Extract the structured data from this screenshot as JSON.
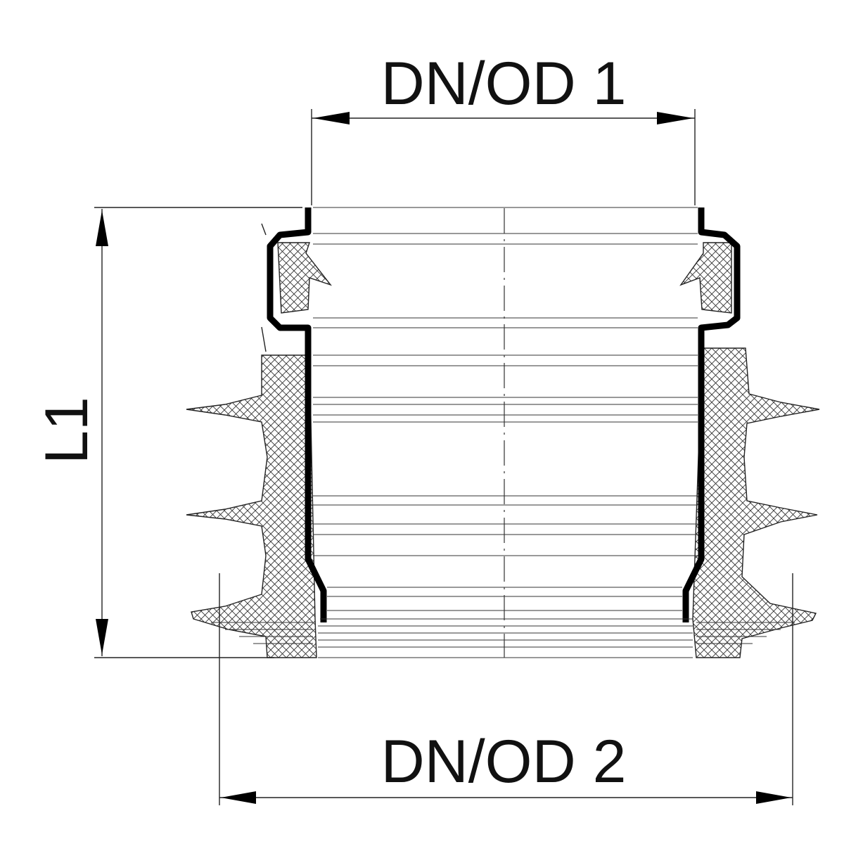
{
  "labels": {
    "top_diameter": "DN/OD 1",
    "bottom_diameter": "DN/OD 2",
    "length": "L1"
  },
  "colors": {
    "line": "#000000",
    "background": "#ffffff"
  }
}
